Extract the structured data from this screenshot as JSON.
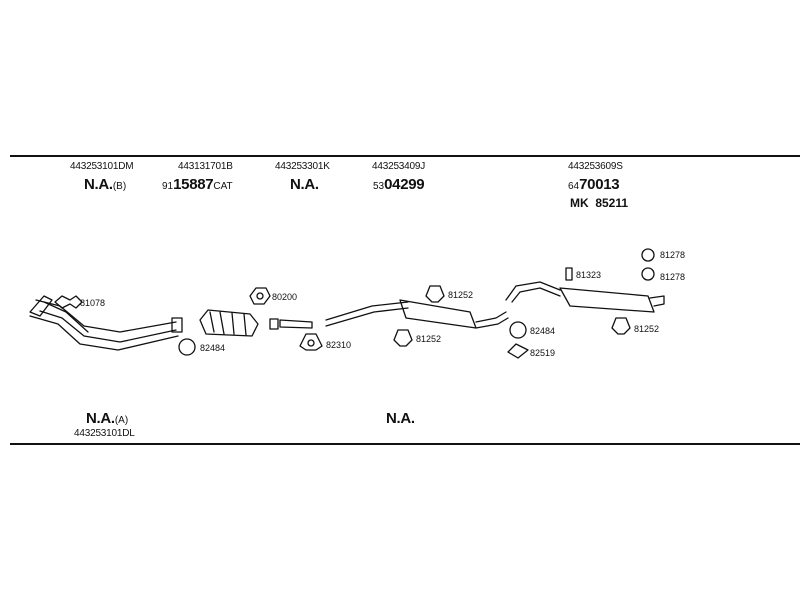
{
  "top_row": [
    {
      "part_no": "443253101DM",
      "nr_main": "N.A.",
      "nr_suffix": "(B)"
    },
    {
      "part_no": "443131701B",
      "nr_prefix": "91",
      "nr_main": "15887",
      "nr_suffix": "CAT"
    },
    {
      "part_no": "443253301K",
      "nr_main": "N.A."
    },
    {
      "part_no": "443253409J",
      "nr_prefix": "53",
      "nr_main": "04299"
    },
    {
      "part_no": "443253609S",
      "nr_prefix": "64",
      "nr_main": "70013",
      "extra": "MK  85211"
    }
  ],
  "bottom_row": [
    {
      "nr_main": "N.A.",
      "nr_suffix": "(A)",
      "part_no": "443253101DL"
    },
    {
      "nr_main": "N.A."
    }
  ],
  "component_labels": [
    "81078",
    "82484",
    "80200",
    "82310",
    "81252",
    "81252",
    "82484",
    "82519",
    "81323",
    "81278",
    "81278",
    "81252"
  ]
}
